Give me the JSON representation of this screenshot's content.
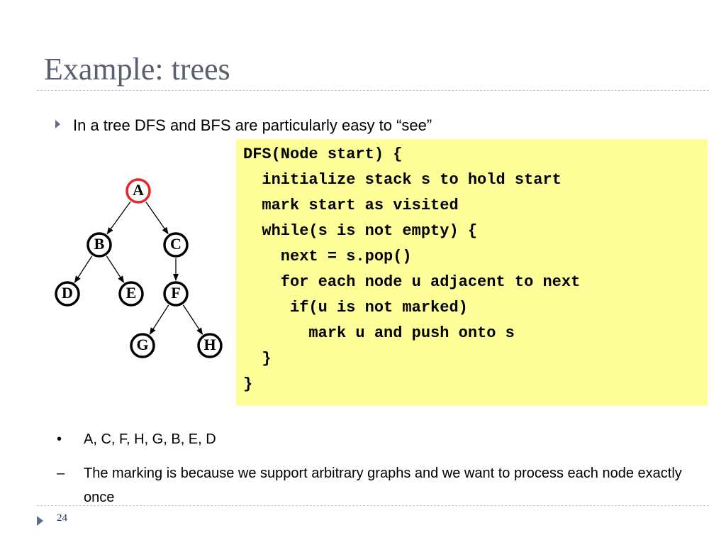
{
  "slide": {
    "title": "Example: trees",
    "bullets": [
      {
        "marker": "▶",
        "text": "In a tree DFS and BFS are particularly easy to “see”"
      },
      {
        "marker": "•",
        "text": "A, C, F, H, G, B, E, D"
      },
      {
        "marker": "–",
        "text": "The marking is because we support arbitrary graphs and we want to process each node exactly once"
      }
    ],
    "code_lines": [
      "DFS(Node start) {",
      "  initialize stack s to hold start",
      "  mark start as visited",
      "  while(s is not empty) {",
      "    next = s.pop()",
      "    for each node u adjacent to next",
      "     if(u is not marked)",
      "       mark u and push onto s",
      "  }",
      "}"
    ],
    "page_number": "24"
  },
  "tree": {
    "nodes": [
      {
        "id": "A",
        "label": "A",
        "highlighted": true
      },
      {
        "id": "B",
        "label": "B",
        "highlighted": false
      },
      {
        "id": "C",
        "label": "C",
        "highlighted": false
      },
      {
        "id": "D",
        "label": "D",
        "highlighted": false
      },
      {
        "id": "E",
        "label": "E",
        "highlighted": false
      },
      {
        "id": "F",
        "label": "F",
        "highlighted": false
      },
      {
        "id": "G",
        "label": "G",
        "highlighted": false
      },
      {
        "id": "H",
        "label": "H",
        "highlighted": false
      }
    ],
    "edges": [
      {
        "from": "A",
        "to": "B"
      },
      {
        "from": "A",
        "to": "C"
      },
      {
        "from": "B",
        "to": "D"
      },
      {
        "from": "B",
        "to": "E"
      },
      {
        "from": "C",
        "to": "F"
      },
      {
        "from": "F",
        "to": "G"
      },
      {
        "from": "F",
        "to": "H"
      }
    ],
    "colors": {
      "highlight": "#e3262c",
      "border": "#000000",
      "fill": "#ffffff"
    }
  }
}
